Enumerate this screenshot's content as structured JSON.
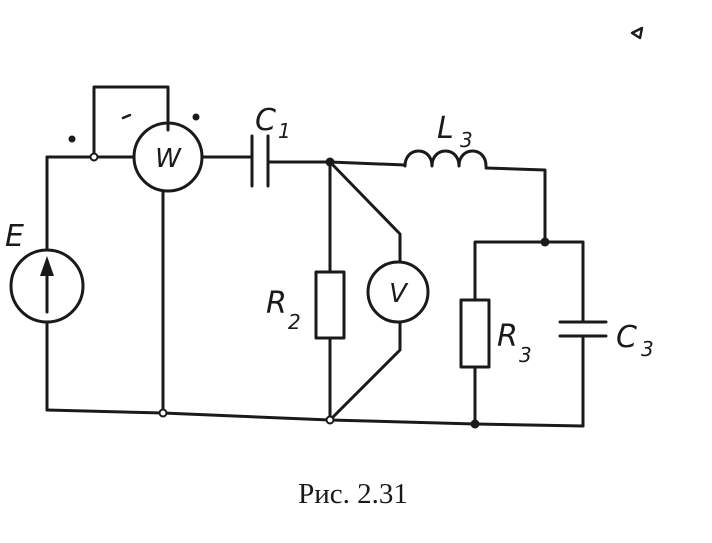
{
  "figure": {
    "caption": "Рис. 2.31"
  },
  "labels": {
    "source": "E",
    "wattmeter": "W",
    "voltmeter": "V",
    "c1_main": "C",
    "c1_sub": "1",
    "l3_main": "L",
    "l3_sub": "3",
    "r2_main": "R",
    "r2_sub": "2",
    "r3_main": "R",
    "r3_sub": "3",
    "c3_main": "C",
    "c3_sub": "3"
  },
  "colors": {
    "ink": "#1a1a1a",
    "paper": "#ffffff"
  }
}
